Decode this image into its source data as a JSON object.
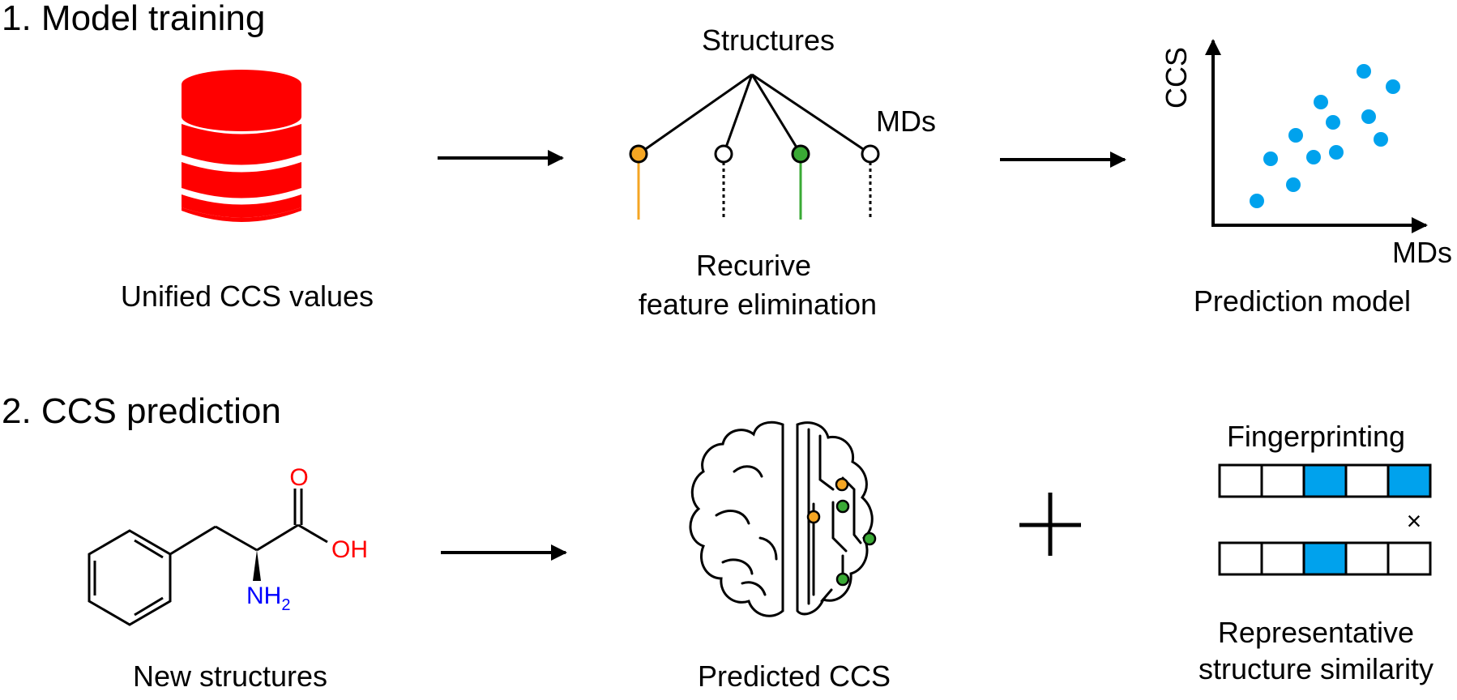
{
  "section1": {
    "heading": "1. Model training",
    "database_label": "Unified CCS values",
    "tree_top_label": "Structures",
    "tree_side_label": "MDs",
    "rfe_label_line1": "Recurive",
    "rfe_label_line2": "feature elimination",
    "plot_y_label": "CCS",
    "plot_x_label": "MDs",
    "plot_caption": "Prediction model"
  },
  "section2": {
    "heading": "2. CCS prediction",
    "molecule_o": "O",
    "molecule_oh": "OH",
    "molecule_nh": "NH",
    "molecule_sub": "2",
    "molecule_caption": "New structures",
    "brain_caption": "Predicted CCS",
    "plus_symbol": "+",
    "fingerprint_title": "Fingerprinting",
    "times_symbol": "×",
    "similarity_line1": "Representative",
    "similarity_line2": "structure similarity"
  },
  "colors": {
    "database_red": "#ff0000",
    "plot_dot_blue": "#00a2ed",
    "fingerprint_blue": "#00a2ed",
    "node_orange": "#f5a623",
    "node_green": "#3aaa35",
    "oxygen_red": "#ff0000",
    "nitrogen_blue": "#0000ff"
  }
}
